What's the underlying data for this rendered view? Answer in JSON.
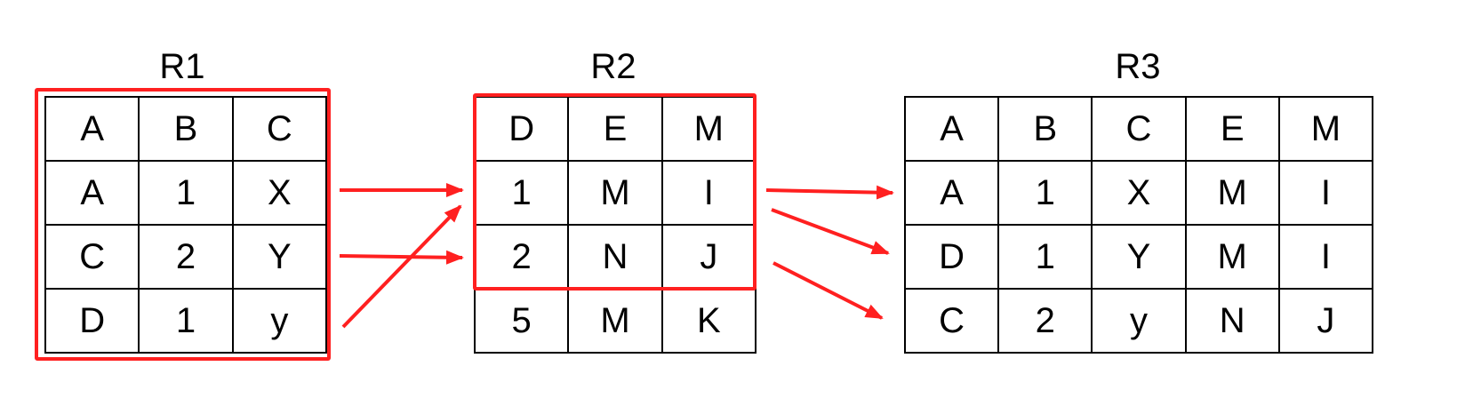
{
  "tables": [
    {
      "name": "R1",
      "headers": [
        "A",
        "B",
        "C"
      ],
      "rows": [
        [
          "A",
          "1",
          "X"
        ],
        [
          "C",
          "2",
          "Y"
        ],
        [
          "D",
          "1",
          "y"
        ]
      ]
    },
    {
      "name": "R2",
      "headers": [
        "D",
        "E",
        "M"
      ],
      "rows": [
        [
          "1",
          "M",
          "I"
        ],
        [
          "2",
          "N",
          "J"
        ],
        [
          "5",
          "M",
          "K"
        ]
      ]
    },
    {
      "name": "R3",
      "headers": [
        "A",
        "B",
        "C",
        "E",
        "M"
      ],
      "rows": [
        [
          "A",
          "1",
          "X",
          "M",
          "I"
        ],
        [
          "D",
          "1",
          "Y",
          "M",
          "I"
        ],
        [
          "C",
          "2",
          "y",
          "N",
          "J"
        ]
      ]
    }
  ],
  "colors": {
    "highlight": "#ff2020",
    "arrow": "#ff2020",
    "grid": "#000000"
  }
}
